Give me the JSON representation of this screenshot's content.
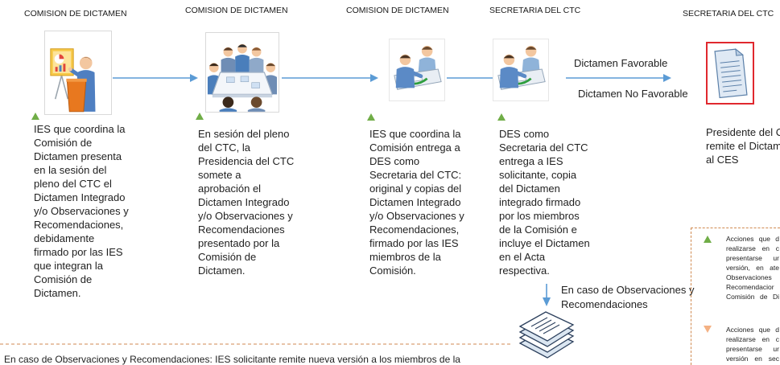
{
  "columns": [
    {
      "header": "COMISION DE DICTAMEN",
      "icon": "presenter-at-podium-icon",
      "description": "IES que coordina la\nComisión de\nDictamen presenta\nen la sesión del\npleno del CTC el\nDictamen Integrado\ny/o Observaciones y\nRecomendaciones,\ndebidamente\nfirmado por las IES\nque integran la\nComisión de\nDictamen."
    },
    {
      "header": "COMISION DE DICTAMEN",
      "icon": "meeting-table-icon",
      "description": "En sesión del pleno\ndel CTC, la\nPresidencia del CTC\nsomete a\naprobación el\nDictamen Integrado\ny/o Observaciones y\nRecomendaciones\npresentado por la\nComisión de\nDictamen."
    },
    {
      "header": "COMISION DE DICTAMEN",
      "icon": "document-handover-icon",
      "description": "IES que coordina la\nComisión entrega a\nDES como\nSecretaria del CTC:\noriginal y copias del\nDictamen Integrado\ny/o Observaciones y\nRecomendaciones,\nfirmado por las IES\nmiembros de la\nComisión."
    },
    {
      "header": "SECRETARIA DEL CTC",
      "icon": "document-handover-icon",
      "description": "DES como\nSecretaria del CTC\nentrega a IES\nsolicitante, copia\ndel Dictamen\nintegrado firmado\npor los miembros\nde la Comisión e\nincluye el Dictamen\nen el Acta\nrespectiva."
    },
    {
      "header": "SECRETARIA DEL CTC",
      "icon": "document-icon",
      "description": "Presidente del C\nremite el Dictam\nal CES"
    }
  ],
  "connectors": {
    "favorable_label": "Dictamen Favorable",
    "no_favorable_label": "Dictamen No Favorable",
    "observations_label": "En caso de Observaciones y\nRecomendaciones",
    "observations_icon": "document-stack-icon"
  },
  "bottom_note": "En caso de Observaciones y Recomendaciones: IES solicitante remite nueva versión a los miembros de la",
  "legend": [
    {
      "marker": "green-triangle-up-icon",
      "text": "Acciones que d\nrealizarse en c\npresentarse ur\nversión, en ate\nObservaciones\nRecomendacior\nComisión de Di"
    },
    {
      "marker": "orange-triangle-down-icon",
      "text": "Acciones que d\nrealizarse en c\npresentarse ur\nversión en sec"
    }
  ],
  "colors": {
    "arrow": "#5b9bd5",
    "step_marker": "#70ad47",
    "alt_marker": "#f4b183",
    "dashed_border": "#d08a50",
    "highlight_border": "#e0282e",
    "text": "#1f1f1f"
  }
}
